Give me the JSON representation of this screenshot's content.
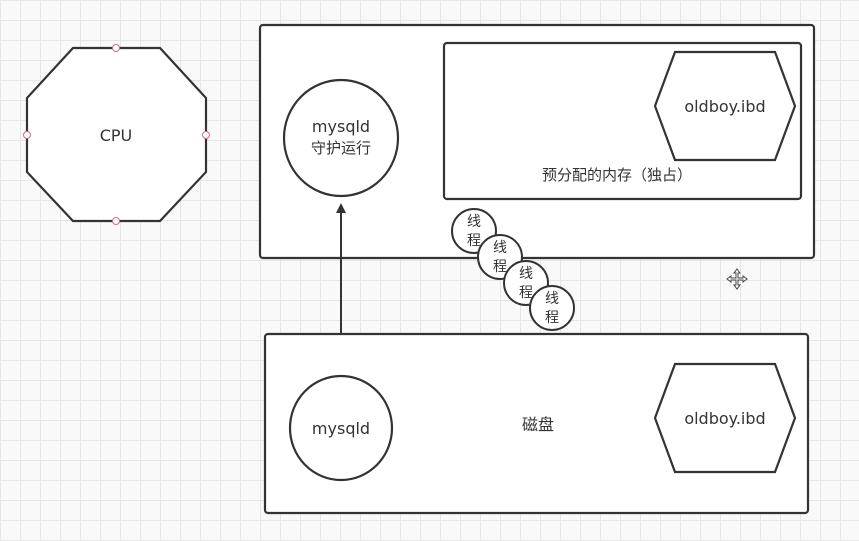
{
  "diagram": {
    "cpu_label": "CPU",
    "mysqld_daemon_label_line1": "mysqld",
    "mysqld_daemon_label_line2": "守护运行",
    "memory_region_label": "预分配的内存（独占）",
    "memory_file_label": "oldboy.ibd",
    "thread_label_line1": "线",
    "thread_label_line2": "程",
    "disk_label": "磁盘",
    "disk_mysqld_label": "mysqld",
    "disk_file_label": "oldboy.ibd"
  },
  "colors": {
    "stroke": "#333333",
    "text": "#333333",
    "fill": "#ffffff",
    "handle": "#d06a8a"
  }
}
